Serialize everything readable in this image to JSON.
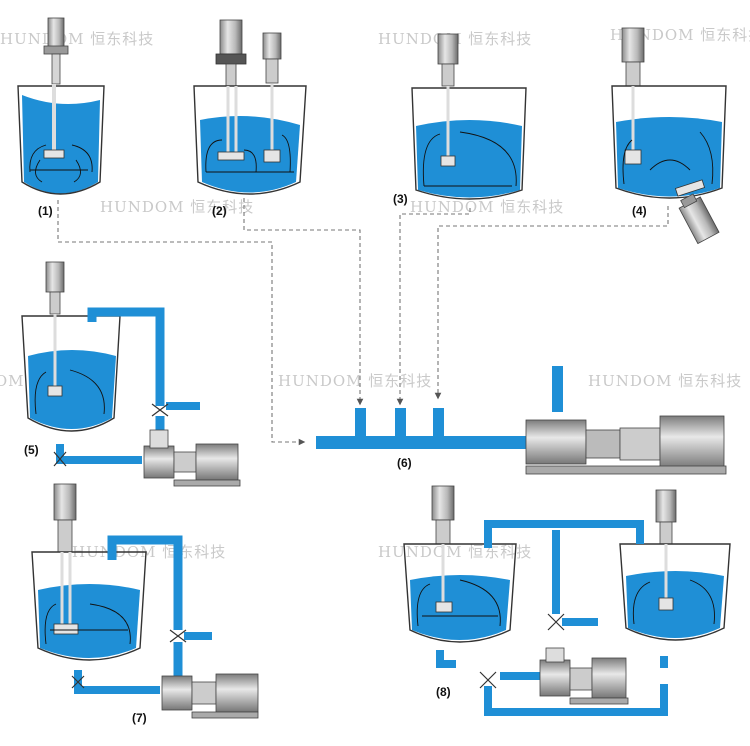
{
  "watermark": "HUNDOM 恒东科技",
  "labels": {
    "l1": "(1)",
    "l2": "(2)",
    "l3": "(3)",
    "l4": "(4)",
    "l5": "(5)",
    "l6": "(6)",
    "l7": "(7)",
    "l8": "(8)"
  },
  "colors": {
    "liquid": "#1f8fd6",
    "pipe": "#1f8fd6",
    "motor_light": "#cfcfcf",
    "motor_dark": "#5a5a5a",
    "outline": "#333333",
    "dash": "#777777"
  }
}
